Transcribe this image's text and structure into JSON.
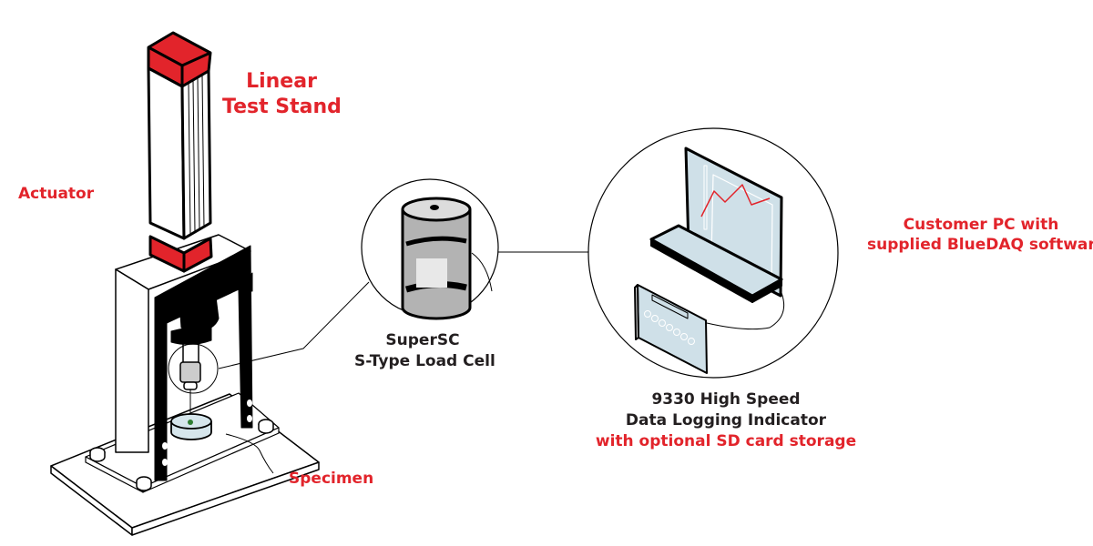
{
  "diagram": {
    "title": "Linear test stand load measurement setup",
    "colors": {
      "accent": "#e2242b",
      "text_dark": "#231f20",
      "outline": "#000000",
      "screen": "#cfe0e8",
      "load_cell_body": "#b3b3b3",
      "load_cell_top": "#dcdcdc",
      "specimen_disc": "#d6e6ec"
    },
    "labels": {
      "test_stand": {
        "line1": "Linear",
        "line2": "Test Stand"
      },
      "actuator": "Actuator",
      "specimen": "Specimen",
      "load_cell": {
        "line1": "SuperSC",
        "line2": "S-Type Load Cell"
      },
      "customer_pc": {
        "line1": "Customer PC with",
        "line2": "supplied BlueDAQ software"
      },
      "indicator": {
        "line1": "9330 High Speed",
        "line2": "Data Logging Indicator",
        "line3": "with optional SD card storage"
      }
    },
    "components": [
      {
        "id": "linear-test-stand",
        "name": "Linear Test Stand",
        "icon": "test-stand-illustration"
      },
      {
        "id": "actuator",
        "name": "Actuator",
        "icon": "actuator-column-illustration"
      },
      {
        "id": "specimen",
        "name": "Specimen",
        "icon": "specimen-disc-illustration"
      },
      {
        "id": "load-cell",
        "name": "SuperSC S-Type Load Cell",
        "icon": "s-type-load-cell-illustration"
      },
      {
        "id": "customer-pc",
        "name": "Customer PC",
        "icon": "laptop-illustration"
      },
      {
        "id": "indicator",
        "name": "9330 High Speed Data Logging Indicator",
        "icon": "indicator-device-illustration"
      }
    ],
    "connections": [
      {
        "from": "load-cell-in-stand",
        "to": "load-cell-callout"
      },
      {
        "from": "load-cell-callout",
        "to": "pc-callout"
      },
      {
        "from": "load-cell",
        "to": "indicator",
        "kind": "cable"
      },
      {
        "from": "indicator",
        "to": "customer-pc",
        "kind": "cable"
      }
    ]
  }
}
